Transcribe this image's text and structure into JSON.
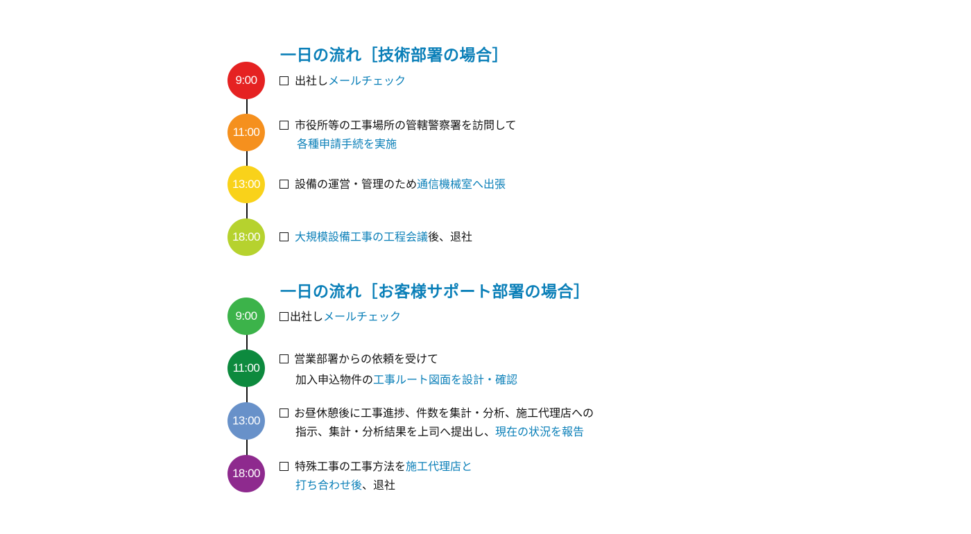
{
  "sections": [
    {
      "title": "一日の流れ［技術部署の場合］",
      "items": [
        {
          "time": "9:00",
          "color": "#e52222",
          "lines": [
            [
              {
                "t": "出社し",
                "hl": false
              },
              {
                "t": "メールチェック",
                "hl": true
              }
            ]
          ]
        },
        {
          "time": "11:00",
          "color": "#f5901e",
          "lines": [
            [
              {
                "t": "市役所等の工事場所の管轄警察署を訪問して",
                "hl": false
              }
            ],
            [
              {
                "t": "各種申請手続を実施",
                "hl": true
              }
            ]
          ]
        },
        {
          "time": "13:00",
          "color": "#f9d21a",
          "lines": [
            [
              {
                "t": "設備の運営・管理のため",
                "hl": false
              },
              {
                "t": "通信機械室へ出張",
                "hl": true
              }
            ]
          ]
        },
        {
          "time": "18:00",
          "color": "#b6d22e",
          "lines": [
            [
              {
                "t": "大規模設備工事の工程会議",
                "hl": true
              },
              {
                "t": "後、退社",
                "hl": false
              }
            ]
          ]
        }
      ]
    },
    {
      "title": "一日の流れ［お客様サポート部署の場合］",
      "items": [
        {
          "time": "9:00",
          "color": "#3cb34a",
          "lines": [
            [
              {
                "t": "出社し",
                "hl": false
              },
              {
                "t": "メールチェック",
                "hl": true
              }
            ]
          ]
        },
        {
          "time": "11:00",
          "color": "#0d8a3e",
          "lines": [
            [
              {
                "t": "営業部署からの依頼を受けて",
                "hl": false
              }
            ],
            [
              {
                "t": "加入申込物件の",
                "hl": false
              },
              {
                "t": "工事ルート図面を設計・確認",
                "hl": true
              }
            ]
          ]
        },
        {
          "time": "13:00",
          "color": "#6891c9",
          "lines": [
            [
              {
                "t": "お昼休憩後に工事進捗、件数を集計・分析、施工代理店への",
                "hl": false
              }
            ],
            [
              {
                "t": "指示、集計・分析結果を上司へ提出し、",
                "hl": false
              },
              {
                "t": "現在の状況を報告",
                "hl": true
              }
            ]
          ]
        },
        {
          "time": "18:00",
          "color": "#8e2a8e",
          "lines": [
            [
              {
                "t": "特殊工事の工事方法を",
                "hl": false
              },
              {
                "t": "施工代理店と",
                "hl": true
              }
            ],
            [
              {
                "t": "打ち合わせ後",
                "hl": true
              },
              {
                "t": "、退社",
                "hl": false
              }
            ]
          ]
        }
      ]
    }
  ]
}
